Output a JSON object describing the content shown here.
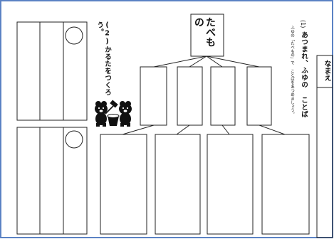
{
  "page": {
    "border_color": "#5b82c4"
  },
  "section1": {
    "number": "(1)",
    "title_line1": "あつまれ、ふゆの ことば",
    "instruction": "ふゆの「たべもの」で ことばをあつめましょう。"
  },
  "section2": {
    "title": "(2)かるたをつくろう。"
  },
  "diagram": {
    "center_label": "たべもの"
  },
  "name_field": {
    "label": "なまえ"
  },
  "illustration": {
    "icon": "bear-cubs-making-mochi-icon"
  }
}
